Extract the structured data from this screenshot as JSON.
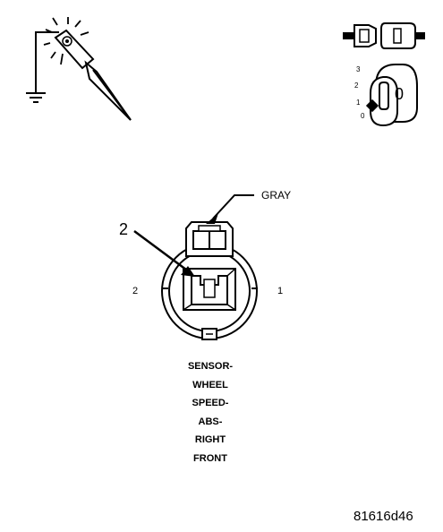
{
  "connector": {
    "wire_color": "GRAY",
    "callout_number": "2",
    "pin_labels": [
      "2",
      "1"
    ],
    "title_lines": [
      "SENSOR-",
      "WHEEL",
      "SPEED-",
      "ABS-",
      "RIGHT",
      "FRONT"
    ]
  },
  "ignition_switch": {
    "positions": [
      "3",
      "2",
      "1",
      "0"
    ],
    "key_label": "0"
  },
  "test_light": {
    "icon": "test-light-probe-icon",
    "ground_icon": "ground-symbol-icon"
  },
  "harness_icon": "connector-disconnected-icon",
  "figure_id": "81616d46"
}
